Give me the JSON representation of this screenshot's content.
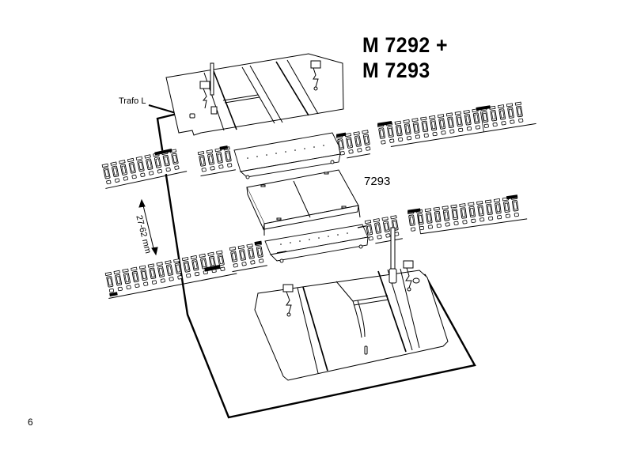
{
  "title": {
    "line1": "M 7292 +",
    "line2": "M 7293"
  },
  "labels": {
    "transformer": "Trafo L",
    "part_number": "7293",
    "track_distance": "27-62 mm"
  },
  "page_number": "6",
  "components": [
    "upper-crossing-plate",
    "upper-track-left",
    "upper-track-right",
    "upper-crossing-insert-7293",
    "road-deck-insert-7293",
    "lower-track-left",
    "lower-track-right",
    "lower-crossing-insert",
    "lower-crossing-plate",
    "connecting-wire",
    "barrier-signal-posts"
  ],
  "colors": {
    "line": "#000000",
    "background": "#ffffff",
    "fill": "#ffffff"
  }
}
